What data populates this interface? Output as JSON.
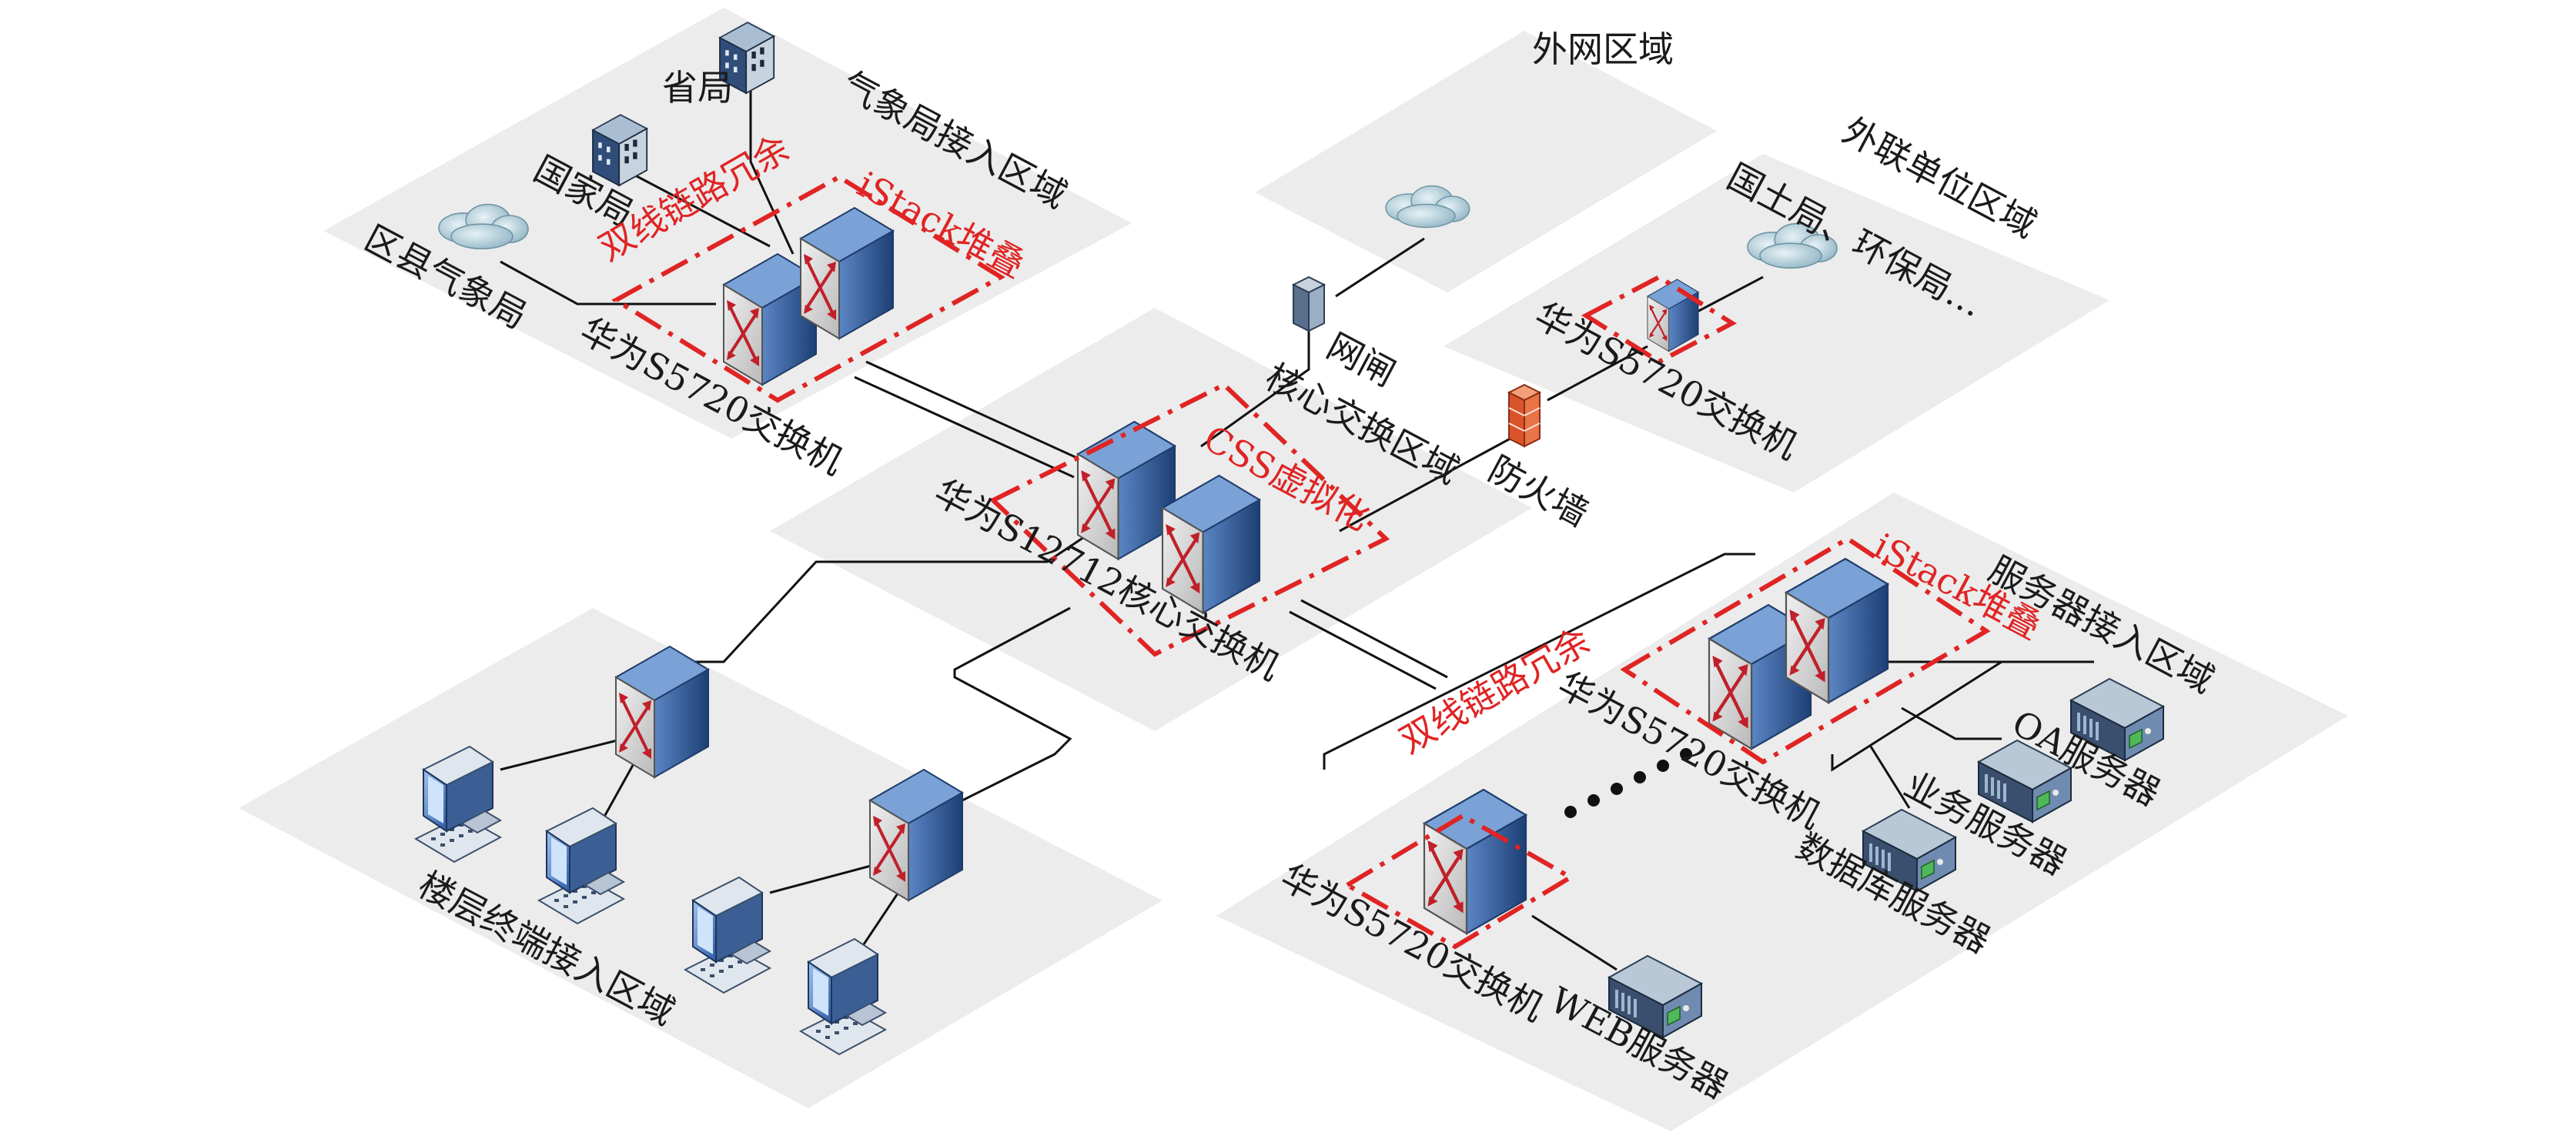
{
  "zones": {
    "weather": "气象局接入区域",
    "external_net": "外网区域",
    "partner_units": "外联单位区域",
    "core": "核心交换区域",
    "floor_terminals": "楼层终端接入区域",
    "server_access": "服务器接入区域"
  },
  "nodes": {
    "province_bureau": "省局",
    "national_bureau": "国家局",
    "county_bureau": "区县气象局",
    "land_env_bureau": "国土局、环保局…",
    "gatekeeper": "网闸",
    "firewall": "防火墙",
    "oa_server": "OA服务器",
    "business_server": "业务服务器",
    "database_server": "数据库服务器",
    "web_server": "WEB服务器"
  },
  "switches": {
    "weather_switch": "华为S5720交换机",
    "partner_switch": "华为S5720交换机",
    "core_switch": "华为S12712核心交换机",
    "server_switch": "华为S5720交换机",
    "web_switch": "华为S5720交换机"
  },
  "annotations": {
    "dual_link_top": "双线链路冗余",
    "dual_link_server": "双线链路冗余",
    "istack_top": "iStack堆叠",
    "istack_server": "iStack堆叠",
    "css": "CSS虚拟化"
  },
  "colors": {
    "zone_fill": "#ececec",
    "annotation_red": "#e02424",
    "switch_blue": "#2f5f9e",
    "line": "#111111"
  }
}
